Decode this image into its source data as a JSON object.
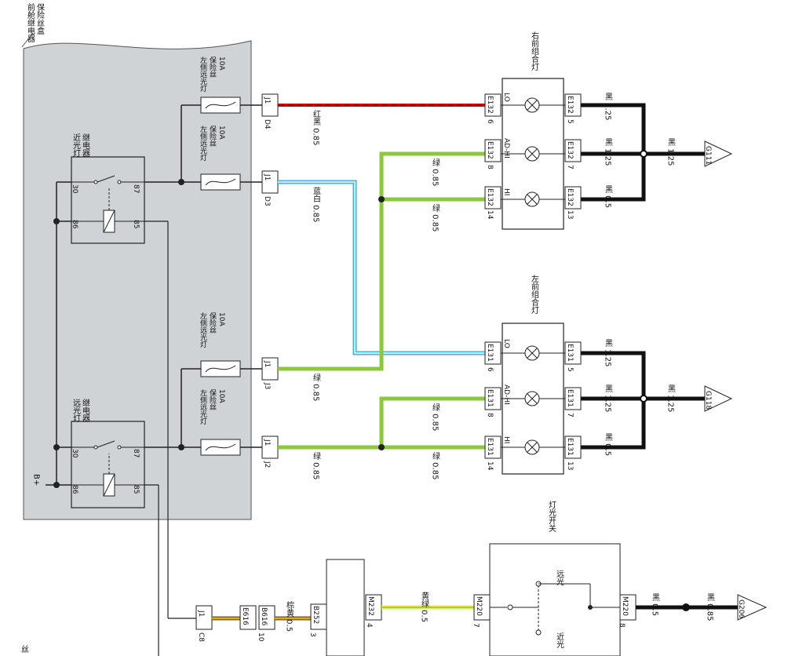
{
  "fuse_box": {
    "title_line1": "前舱继电器",
    "title_line2": "保险丝盒",
    "b_plus": "B+"
  },
  "relays": {
    "low": {
      "line1": "近光灯",
      "line2": "继电器",
      "p30": "30",
      "p87": "87",
      "p86": "86",
      "p85": "85"
    },
    "high": {
      "line1": "远光灯",
      "line2": "继电器",
      "p30": "30",
      "p87": "87",
      "p86": "86",
      "p85": "85"
    }
  },
  "fuses": [
    {
      "line1": "左侧远光灯",
      "line2": "保险丝",
      "line3": "10A",
      "conn": "J1",
      "pin": "D4"
    },
    {
      "line1": "左侧远光灯",
      "line2": "保险丝",
      "line3": "10A",
      "conn": "J1",
      "pin": "D3"
    },
    {
      "line1": "左侧远光灯",
      "line2": "保险丝",
      "line3": "10A",
      "conn": "J1",
      "pin": "J3"
    },
    {
      "line1": "左侧远光灯",
      "line2": "保险丝",
      "line3": "10A",
      "conn": "J1",
      "pin": "J2"
    }
  ],
  "wires": {
    "red_black": "红黑 0.85",
    "blue_white": "蓝白 0.85",
    "green1": "绿 0.85",
    "green2": "绿 0.85",
    "green_ad_r": "绿 0.85",
    "green_hi_r": "绿 0.85",
    "green_ad_l": "绿 0.85",
    "green_hi_l": "绿 0.85",
    "black_r1": "黑 1.25",
    "black_r2": "黑 1.25",
    "black_r3": "黑 0.5",
    "black_rg": "黑 1.25",
    "black_l1": "黑 1.25",
    "black_l2": "黑 1.25",
    "black_l3": "黑 0.5",
    "black_lg": "黑 1.25",
    "brown_yellow": "棕黄 0.5",
    "yellow_green": "黄绿 0.5",
    "black_sw1": "黑 0.5",
    "black_sw2": "黑 0.85"
  },
  "lamps": {
    "right": {
      "title": "右前组合灯",
      "lo": "LO",
      "ad": "AD-HI",
      "hi": "HI",
      "conn": "E132",
      "pins_left": [
        "6",
        "8",
        "14"
      ],
      "pins_right": [
        "5",
        "7",
        "13"
      ],
      "ground": "G111"
    },
    "left": {
      "title": "左前组合灯",
      "lo": "LO",
      "ad": "AD-HI",
      "hi": "HI",
      "conn": "E131",
      "pins_left": [
        "6",
        "8",
        "14"
      ],
      "pins_right": [
        "5",
        "7",
        "13"
      ],
      "ground": "G118"
    }
  },
  "switch": {
    "title": "灯光开关",
    "pos1": "远光",
    "pos2": "近光",
    "conn_in": "M220",
    "pin_in": "7",
    "conn_out": "M220",
    "pin_out": "8",
    "ground": "G206"
  },
  "connectors": {
    "c8": {
      "conn": "J1",
      "pin": "C8"
    },
    "e616": {
      "conn": "E616",
      "pin": ""
    },
    "b616": {
      "conn": "B616",
      "pin": "10"
    },
    "b252": {
      "conn": "B252",
      "pin": "3"
    },
    "m232": {
      "conn": "M232",
      "pin": "4"
    }
  },
  "edge_text": "丝"
}
